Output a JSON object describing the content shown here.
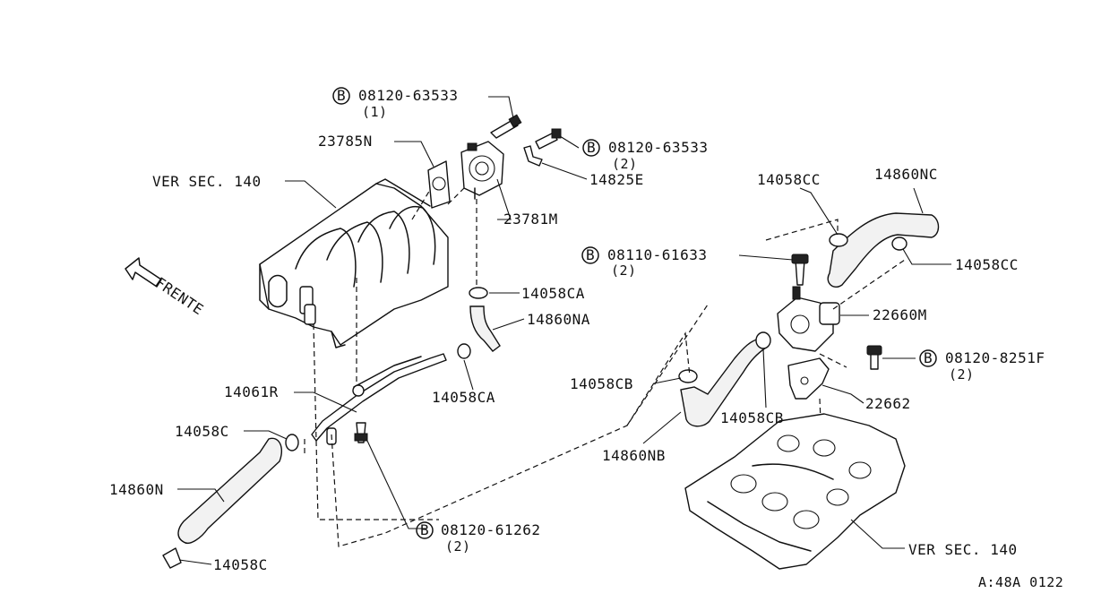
{
  "labels": {
    "bolt_top": {
      "part": "08120-63533",
      "qty": "(1)"
    },
    "bolt_right_top": {
      "part": "08120-63533",
      "qty": "(2)"
    },
    "bolt_middle": {
      "part": "08110-61633",
      "qty": "(2)"
    },
    "bolt_right": {
      "part": "08120-8251F",
      "qty": "(2)"
    },
    "bolt_bottom": {
      "part": "08120-61262",
      "qty": "(2)"
    },
    "p23785N": "23785N",
    "p14825E": "14825E",
    "p23781M": "23781M",
    "ver_sec_left": "VER SEC. 140",
    "ver_sec_right": "VER SEC. 140",
    "frente": "FRENTE",
    "p14058CA_upper": "14058CA",
    "p14860NA": "14860NA",
    "p14058CA_lower": "14058CA",
    "p14061R": "14061R",
    "p14058C_upper": "14058C",
    "p14860N": "14860N",
    "p14058C_lower": "14058C",
    "p14058CC_left": "14058CC",
    "p14860NC": "14860NC",
    "p14058CC_right": "14058CC",
    "p22660M": "22660M",
    "p14058CB_left": "14058CB",
    "p14058CB_right": "14058CB",
    "p22662": "22662",
    "p14860NB": "14860NB",
    "ref_code": "A:48A 0122"
  },
  "bolt_symbol": "B"
}
